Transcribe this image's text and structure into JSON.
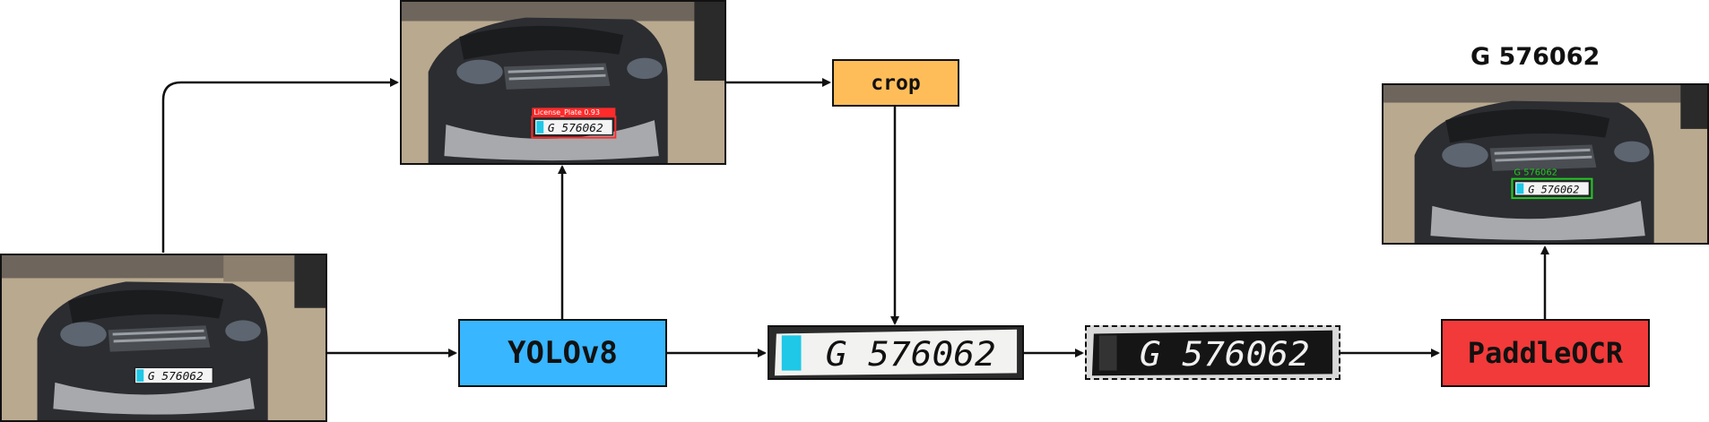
{
  "diagram": {
    "nodes": {
      "yolo": {
        "label": "YOLOv8",
        "color": "#38b6ff"
      },
      "crop": {
        "label": "crop",
        "color": "#ffbd59"
      },
      "ocr": {
        "label": "PaddleOCR",
        "color": "#f23a3a"
      }
    },
    "plate_text": "G 576062",
    "detection_label": "License_Plate 0.93",
    "ocr_overlay_text": "G 576062",
    "result_text": "G 576062",
    "colors": {
      "detection_box": "#ff2b2b",
      "ocr_box": "#22cc22",
      "plate_accent": "#1ec8e6",
      "arrow": "#111111"
    },
    "edges": [
      [
        "input-image",
        "detection-image"
      ],
      [
        "input-image",
        "yolo"
      ],
      [
        "yolo",
        "detection-image"
      ],
      [
        "detection-image",
        "crop"
      ],
      [
        "yolo",
        "cropped-plate"
      ],
      [
        "crop",
        "cropped-plate"
      ],
      [
        "cropped-plate",
        "preprocessed-plate"
      ],
      [
        "preprocessed-plate",
        "ocr"
      ],
      [
        "ocr",
        "output-image"
      ]
    ]
  }
}
